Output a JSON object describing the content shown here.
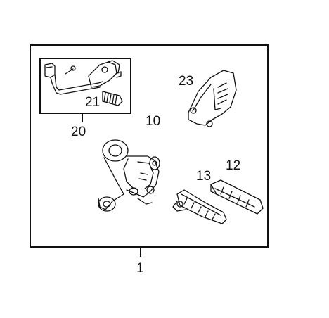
{
  "diagram": {
    "callouts": {
      "c1": "1",
      "c10": "10",
      "c12": "12",
      "c13": "13",
      "c20": "20",
      "c21": "21",
      "c23": "23"
    },
    "colors": {
      "ink": "#111111",
      "background": "#ffffff"
    }
  }
}
